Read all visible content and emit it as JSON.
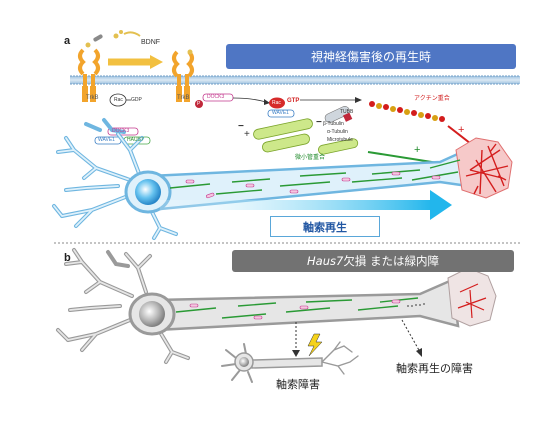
{
  "panel_a": {
    "letter": "a",
    "title": "視神経傷害後の再生時",
    "ligand": "BDNF",
    "receptor_left": "TrkB",
    "receptor_right": "TrkB",
    "rac_left": "Rac",
    "gdp": "GDP",
    "rac_right": "Rac",
    "gtp": "GTP",
    "phospho": "P",
    "dock3": "DOCK3",
    "wave1": "WAVE1",
    "dock3_left": "DOCK3",
    "wave1_left": "WAVE1",
    "haus7_left": "HAUS7",
    "tubb": "TUBB",
    "actin_label": "アクチン重合",
    "beta_tubulin": "β-Tubulin",
    "a_tubulin": "α-Tubulin",
    "microtubule": "Microtubule",
    "mt_polymer_label": "微小管重合",
    "regen_label": "軸索再生",
    "plus": "+",
    "minus": "−"
  },
  "panel_b": {
    "letter": "b",
    "title_italic": "Haus7",
    "title_rest": "欠損 または緑内障",
    "failure_small": "軸索障害",
    "failure_cone": "軸索再生の障害"
  },
  "colors": {
    "banner_a": "#4f76c4",
    "banner_b": "#727272",
    "neuron_blue": "#7fc4ea",
    "neuron_gray": "#b9b9b9",
    "microtubule_green": "#2a9a35",
    "actin_red": "#d41e1e",
    "trkb_orange": "#f2a42c"
  }
}
